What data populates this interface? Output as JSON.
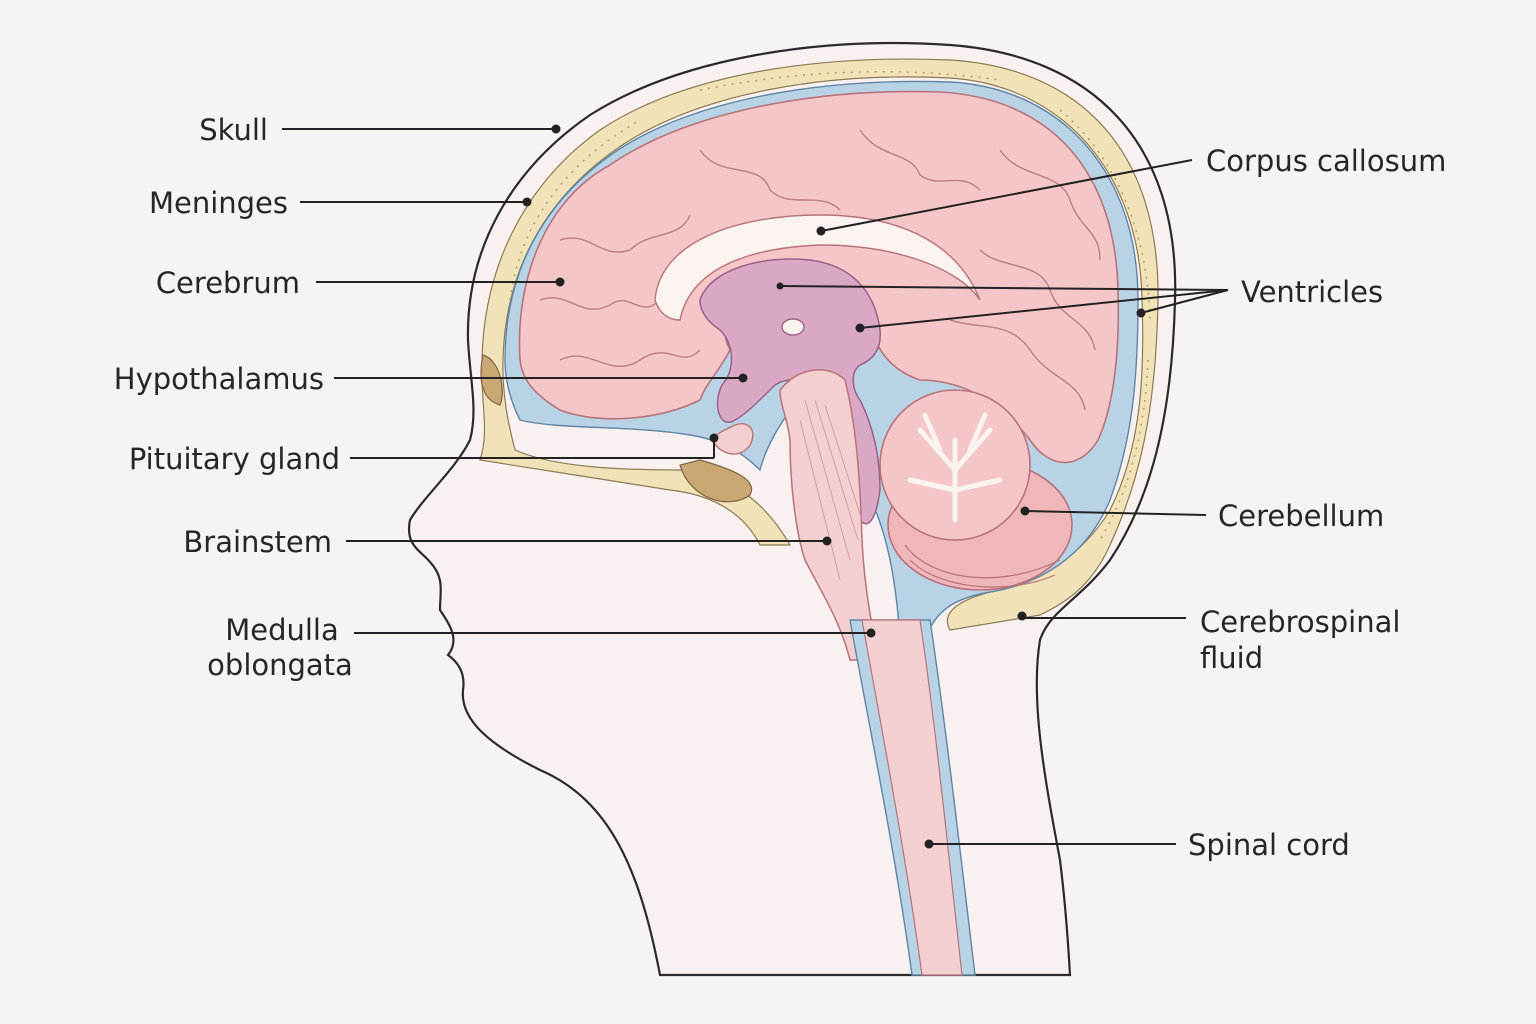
{
  "diagram": {
    "labels": {
      "skull": "Skull",
      "meninges": "Meninges",
      "cerebrum": "Cerebrum",
      "hypothalamus": "Hypothalamus",
      "pituitary": "Pituitary gland",
      "brainstem": "Brainstem",
      "medulla_line1": "Medulla",
      "medulla_line2": "oblongata",
      "corpus_callosum": "Corpus callosum",
      "ventricles": "Ventricles",
      "cerebellum": "Cerebellum",
      "csf_line1": "Cerebrospinal",
      "csf_line2": "fluid",
      "spinal_cord": "Spinal cord"
    },
    "colors": {
      "background": "#f6f3f1",
      "skin": "#f8f1ef",
      "bone": "#f2e2b8",
      "csf": "#b8d3e6",
      "brain": "#f5c6c8",
      "deep_structures": "#d9a8c4",
      "white_matter": "#fbf3f0",
      "sinus": "#c9a873",
      "outline": "#2a2a2a"
    }
  }
}
